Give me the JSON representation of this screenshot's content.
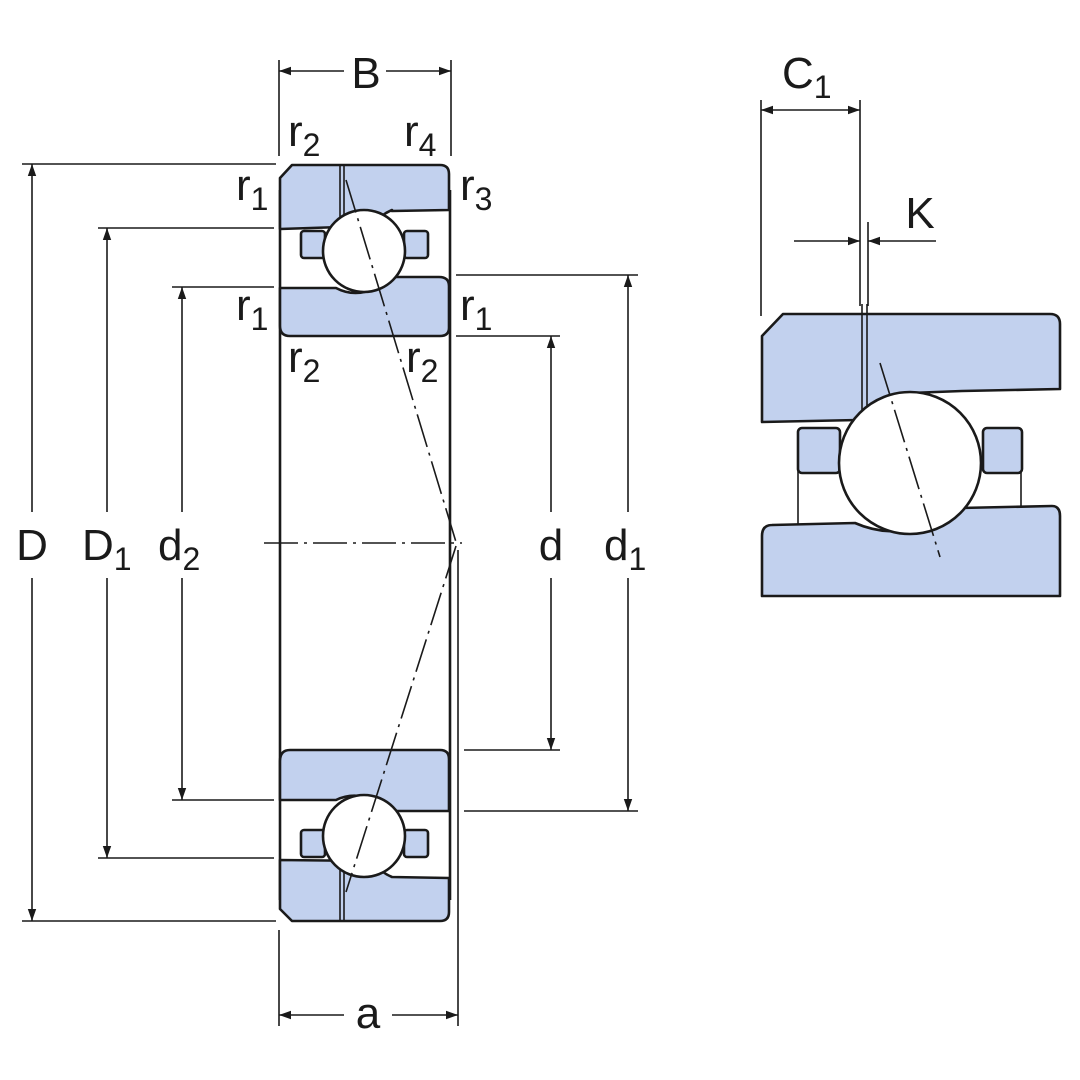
{
  "diagram": {
    "colors": {
      "fill": "#c2d1ee",
      "stroke": "#1a1a1a",
      "background": "#ffffff"
    },
    "labels": {
      "B": "B",
      "a": "a",
      "D": "D",
      "D1_base": "D",
      "D1_sub": "1",
      "d2_base": "d",
      "d2_sub": "2",
      "d": "d",
      "d1_base": "d",
      "d1_sub": "1",
      "r_base": "r",
      "r1_sub": "1",
      "r2_sub": "2",
      "r3_sub": "3",
      "r4_sub": "4",
      "C1_base": "C",
      "C1_sub": "1",
      "K": "K"
    }
  }
}
